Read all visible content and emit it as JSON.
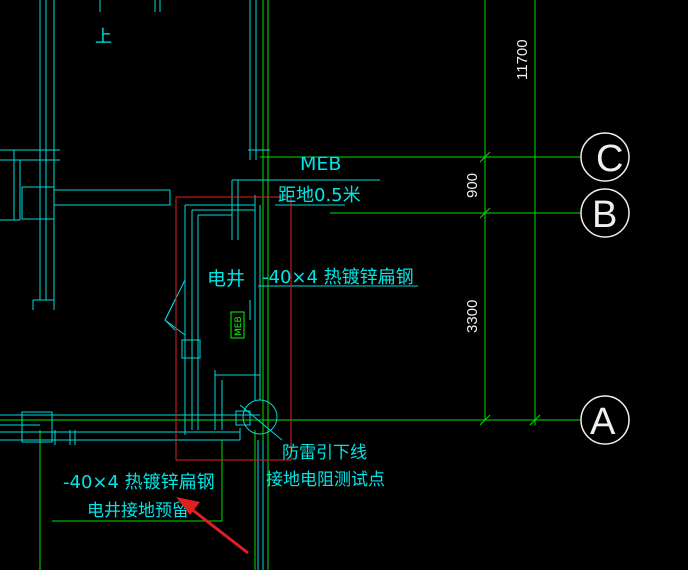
{
  "labels": {
    "top_char": "上",
    "meb_top": "MEB",
    "height_note": "距地0.5米",
    "shaft_name": "电井",
    "steel_strip_right": "-40×4 热镀锌扁钢",
    "meb_box": "MEB",
    "steel_strip_bottom": "-40×4 热镀锌扁钢",
    "shaft_ground_reserved": "电井接地预留",
    "lightning_downlead": "防雷引下线",
    "grounding_test_point": "接地电阻测试点"
  },
  "axes": {
    "c": "C",
    "b": "B",
    "a": "A"
  },
  "dimensions": {
    "total": "11700",
    "span_cb": "900",
    "span_ba": "3300"
  },
  "colors": {
    "background": "#000000",
    "wall_lines": "#00d8d8",
    "grid_lines": "#00e000",
    "text": "#00e5e5",
    "shaft_outline": "#e02020",
    "arrow": "#e02020",
    "axis_bubble": "#ffffff"
  }
}
